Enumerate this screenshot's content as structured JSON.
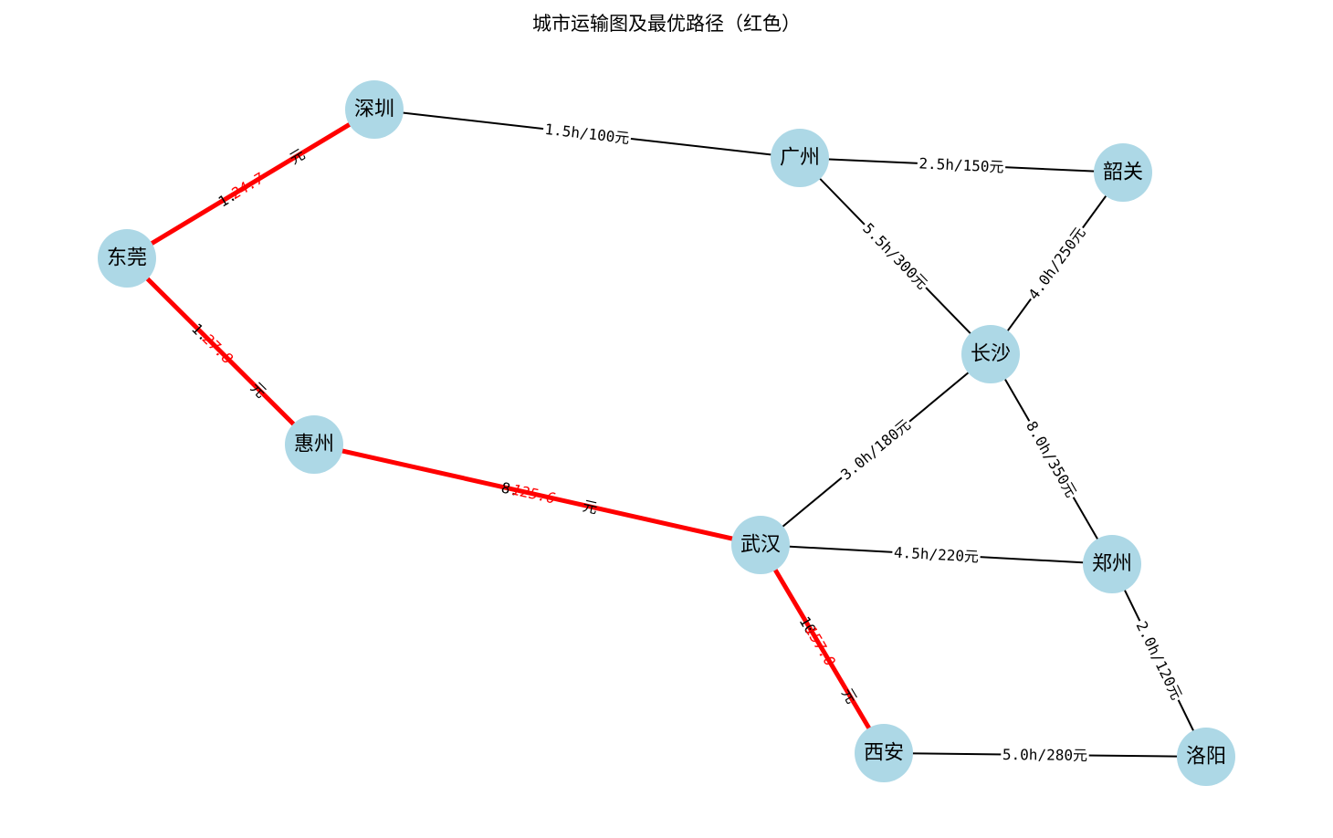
{
  "title": "城市运输图及最优路径（红色）",
  "colors": {
    "node_fill": "#add8e6",
    "edge": "#000000",
    "path_edge": "#ff0000",
    "path_label": "#ff0000",
    "label_text": "#000000",
    "background": "#ffffff"
  },
  "nodes": [
    {
      "id": "深圳",
      "label": "深圳"
    },
    {
      "id": "广州",
      "label": "广州"
    },
    {
      "id": "韶关",
      "label": "韶关"
    },
    {
      "id": "东莞",
      "label": "东莞"
    },
    {
      "id": "长沙",
      "label": "长沙"
    },
    {
      "id": "惠州",
      "label": "惠州"
    },
    {
      "id": "武汉",
      "label": "武汉"
    },
    {
      "id": "郑州",
      "label": "郑州"
    },
    {
      "id": "西安",
      "label": "西安"
    },
    {
      "id": "洛阳",
      "label": "洛阳"
    }
  ],
  "edges": [
    {
      "source": "深圳",
      "target": "广州",
      "label": "1.5h/100元",
      "optimal": false
    },
    {
      "source": "广州",
      "target": "韶关",
      "label": "2.5h/150元",
      "optimal": false
    },
    {
      "source": "广州",
      "target": "长沙",
      "label": "5.5h/300元",
      "optimal": false
    },
    {
      "source": "韶关",
      "target": "长沙",
      "label": "4.0h/250元",
      "optimal": false
    },
    {
      "source": "长沙",
      "target": "武汉",
      "label": "3.0h/180元",
      "optimal": false
    },
    {
      "source": "长沙",
      "target": "郑州",
      "label": "8.0h/350元",
      "optimal": false
    },
    {
      "source": "武汉",
      "target": "郑州",
      "label": "4.5h/220元",
      "optimal": false
    },
    {
      "source": "郑州",
      "target": "洛阳",
      "label": "2.0h/120元",
      "optimal": false
    },
    {
      "source": "西安",
      "target": "洛阳",
      "label": "5.0h/280元",
      "optimal": false
    },
    {
      "source": "深圳",
      "target": "东莞",
      "label": "1.",
      "cost_label": "24.7",
      "suffix": "元",
      "optimal": true
    },
    {
      "source": "东莞",
      "target": "惠州",
      "label": "1.",
      "cost_label": "27.8",
      "suffix": "元",
      "optimal": true
    },
    {
      "source": "惠州",
      "target": "武汉",
      "label": "8.",
      "cost_label": "125.6",
      "suffix": "元",
      "optimal": true
    },
    {
      "source": "武汉",
      "target": "西安",
      "label": "10",
      "cost_label": "157.0",
      "suffix": "元",
      "optimal": true
    }
  ]
}
